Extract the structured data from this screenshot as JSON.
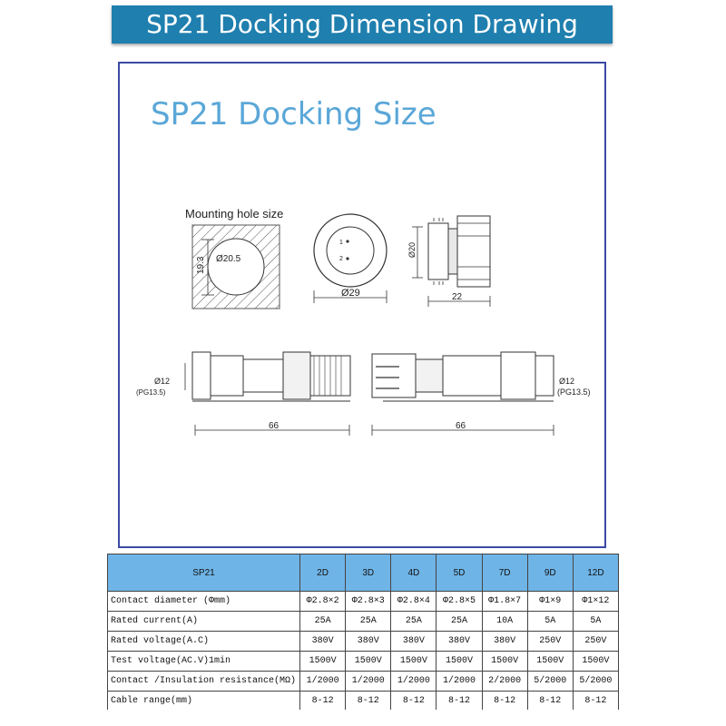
{
  "banner": {
    "title": "SP21 Docking Dimension Drawing"
  },
  "drawing": {
    "title": "SP21 Docking Size",
    "mounting_label": "Mounting hole size",
    "dim_hole_dia": "Ø20.5",
    "dim_hole_height": "19.3",
    "dim_face_dia": "Ø29",
    "pin_1": "1",
    "pin_2": "2",
    "dim_side_dia": "Ø20",
    "dim_side_len": "22",
    "dim_left_cable": "Ø12",
    "dim_left_pg": "(PG13.5)",
    "dim_left_len": "66",
    "dim_right_cable": "Ø12",
    "dim_right_pg": "(PG13.5)",
    "dim_right_len": "66"
  },
  "table": {
    "header": [
      "SP21",
      "2D",
      "3D",
      "4D",
      "5D",
      "7D",
      "9D",
      "12D"
    ],
    "rows": [
      {
        "label": "Contact diameter (Φmm)",
        "values": [
          "Φ2.8×2",
          "Φ2.8×3",
          "Φ2.8×4",
          "Φ2.8×5",
          "Φ1.8×7",
          "Φ1×9",
          "Φ1×12"
        ]
      },
      {
        "label": "Rated current(A)",
        "values": [
          "25A",
          "25A",
          "25A",
          "25A",
          "10A",
          "5A",
          "5A"
        ]
      },
      {
        "label": "Rated voltage(A.C)",
        "values": [
          "380V",
          "380V",
          "380V",
          "380V",
          "380V",
          "250V",
          "250V"
        ]
      },
      {
        "label": "Test voltage(AC.V)1min",
        "values": [
          "1500V",
          "1500V",
          "1500V",
          "1500V",
          "1500V",
          "1500V",
          "1500V"
        ]
      },
      {
        "label": "Contact /Insulation resistance(MΩ)",
        "values": [
          "1/2000",
          "1/2000",
          "1/2000",
          "1/2000",
          "2/2000",
          "5/2000",
          "5/2000"
        ]
      },
      {
        "label": "Cable range(mm)",
        "values": [
          "8-12",
          "8-12",
          "8-12",
          "8-12",
          "8-12",
          "8-12",
          "8-12"
        ]
      }
    ]
  }
}
